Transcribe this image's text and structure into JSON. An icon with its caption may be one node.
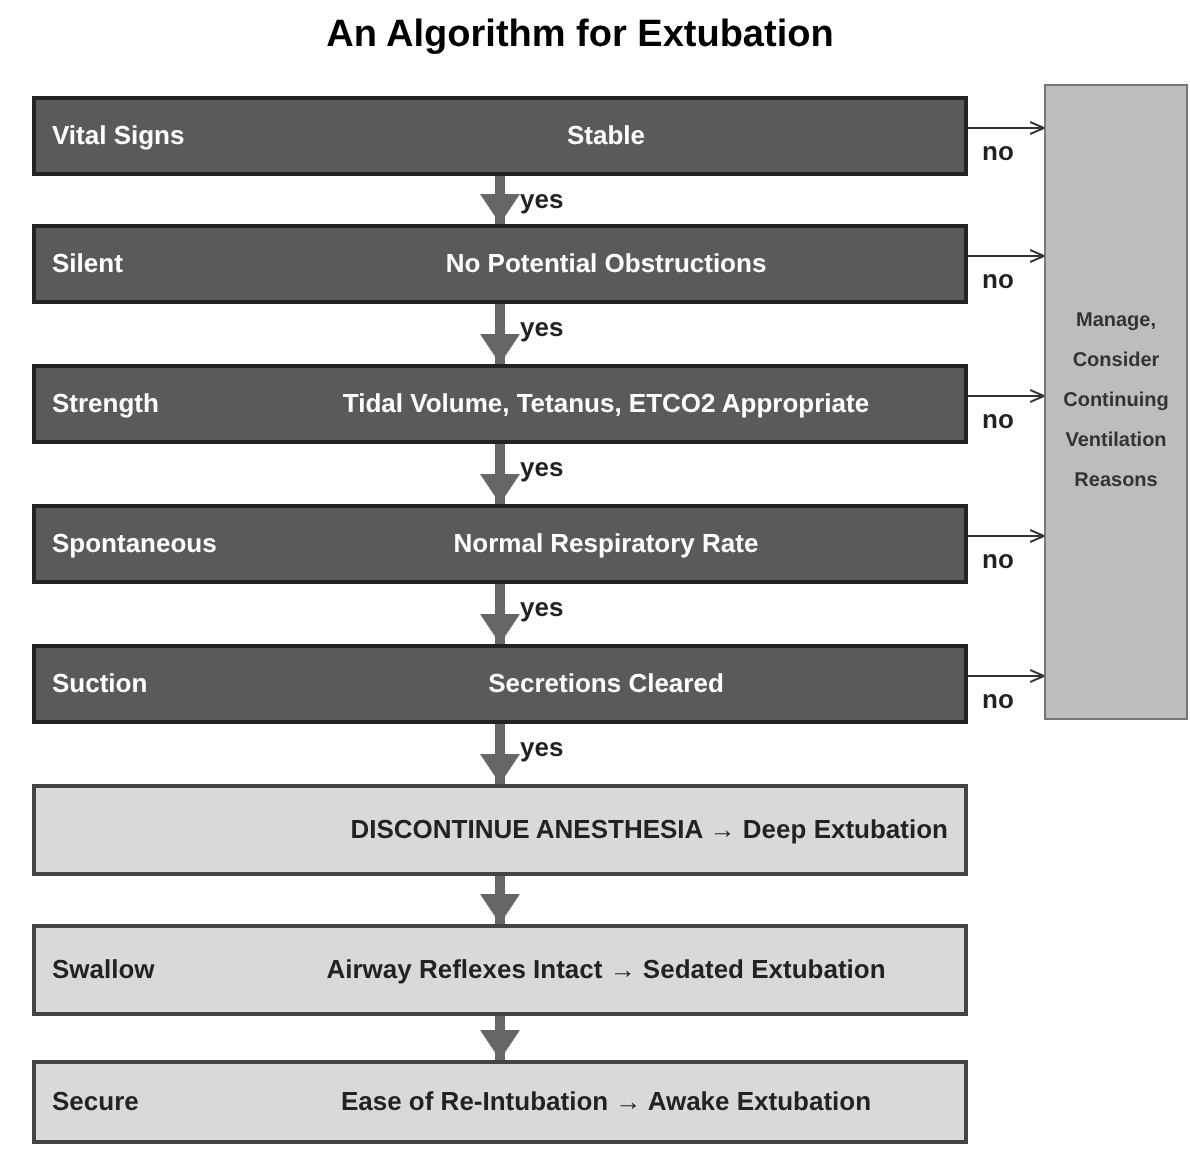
{
  "diagram": {
    "title": "An Algorithm for Extubation",
    "nodes": [
      {
        "text": [
          "Vital Signs",
          "Stable"
        ]
      },
      {
        "text": [
          "Silent",
          "No Potential Obstructions"
        ]
      },
      {
        "text": [
          "Strength",
          "Tidal Volume, Tetanus, ETCO2 Appropriate"
        ]
      },
      {
        "text": [
          "Spontaneous",
          "Normal Respiratory Rate"
        ]
      },
      {
        "text": [
          "Suction",
          "Secretions Cleared"
        ]
      },
      {
        "text": [
          "Manage, Consider Continuing Ventilation Reasons"
        ]
      },
      {
        "text": [
          "DISCONTINUE ANESTHESIA → Deep Extubation"
        ]
      },
      {
        "text": [
          "Swallow",
          "Airway Reflexes Intact → Sedated Extubation"
        ]
      },
      {
        "text": [
          "Secure",
          "Ease of Re-Intubation → Awake Extubation"
        ]
      }
    ],
    "edges": [
      {
        "from": 0,
        "to": 1,
        "arrow": "to",
        "label": "yes"
      },
      {
        "from": 1,
        "to": 2,
        "arrow": "to",
        "label": "yes"
      },
      {
        "from": 2,
        "to": 3,
        "arrow": "to",
        "label": "yes"
      },
      {
        "from": 3,
        "to": 4,
        "arrow": "to",
        "label": "yes"
      },
      {
        "from": 4,
        "to": 6,
        "arrow": "to",
        "label": "yes"
      },
      {
        "from": 6,
        "to": 7,
        "arrow": "to"
      },
      {
        "from": 7,
        "to": 8,
        "arrow": "to"
      },
      {
        "from": 0,
        "to": 5,
        "arrow": "to",
        "label": "no"
      },
      {
        "from": 1,
        "to": 5,
        "arrow": "to",
        "label": "no"
      },
      {
        "from": 2,
        "to": 5,
        "arrow": "to",
        "label": "no"
      },
      {
        "from": 3,
        "to": 5,
        "arrow": "to",
        "label": "no"
      },
      {
        "from": 4,
        "to": 5,
        "arrow": "to",
        "label": "no"
      }
    ]
  }
}
